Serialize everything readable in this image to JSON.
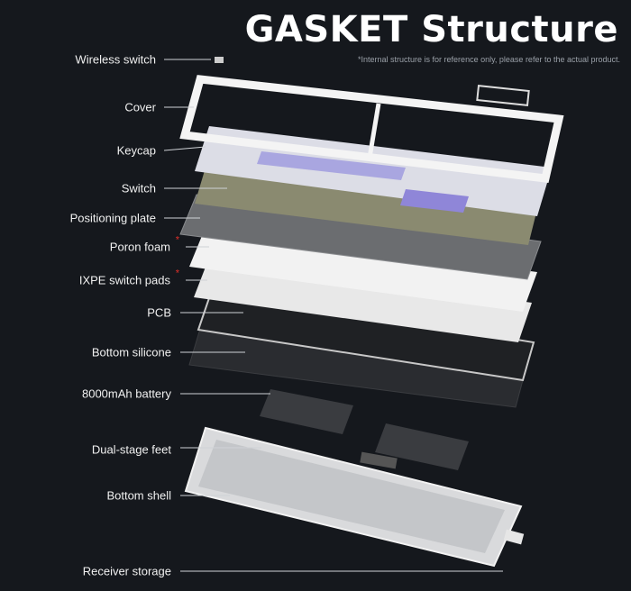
{
  "header": {
    "title": "GASKET Structure",
    "note": "*Internal structure is for reference only, please refer to the actual product."
  },
  "labels": [
    {
      "text": "Wireless switch",
      "starred": false
    },
    {
      "text": "Cover",
      "starred": false
    },
    {
      "text": "Keycap",
      "starred": false
    },
    {
      "text": "Switch",
      "starred": false
    },
    {
      "text": "Positioning plate",
      "starred": false
    },
    {
      "text": "Poron foam",
      "starred": true
    },
    {
      "text": "IXPE switch pads",
      "starred": true
    },
    {
      "text": "PCB",
      "starred": false
    },
    {
      "text": "Bottom silicone",
      "starred": false
    },
    {
      "text": "8000mAh battery",
      "starred": false
    },
    {
      "text": "Dual-stage feet",
      "starred": false
    },
    {
      "text": "Bottom shell",
      "starred": false
    },
    {
      "text": "Receiver storage",
      "starred": false
    }
  ],
  "star": "*",
  "colors": {
    "accent_star": "#e0302a",
    "background": "#15181d"
  }
}
